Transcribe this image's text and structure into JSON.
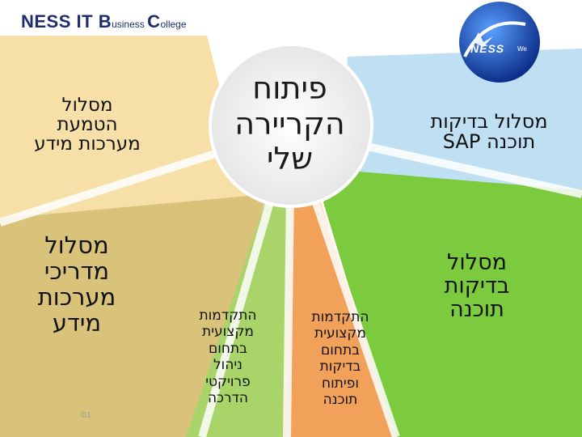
{
  "header": {
    "brand_main_1": "NESS IT ",
    "brand_b": "B",
    "brand_mid": "usiness ",
    "brand_c": "C",
    "brand_end": "ollege"
  },
  "logo": {
    "name": "NESS",
    "tagline": "We"
  },
  "center": {
    "lines": [
      "פיתוח",
      "הקריירה",
      "שלי"
    ]
  },
  "segments": {
    "left_top": {
      "lines": [
        "מסלול",
        "הטמעת",
        "מערכות מידע"
      ],
      "color": "#f7e0a8"
    },
    "left_mid": {
      "lines": [
        "מסלול",
        "מדריכי",
        "מערכות",
        "מידע"
      ],
      "color": "#d9c27a"
    },
    "bottom_green": {
      "lines": [
        "התקדמות",
        "מקצועית",
        "בתחום",
        "ניהול",
        "פרויקטי",
        "הדרכה"
      ],
      "color": "#a8d46a"
    },
    "bottom_orange": {
      "lines": [
        "התקדמות",
        "מקצועית",
        "בתחום",
        "בדיקות",
        "ופיתוח",
        "תוכנה"
      ],
      "color": "#f2a15a"
    },
    "right_top": {
      "lines": [
        "מסלול בדיקות",
        "תוכנה SAP"
      ],
      "color": "#bfe0f2"
    },
    "right_mid": {
      "lines": [
        "מסלול",
        "בדיקות",
        "תוכנה"
      ],
      "color": "#7ccb3e"
    }
  },
  "footer": {
    "copyright": "©1"
  },
  "colors": {
    "accent_blue": "#1f2d6e",
    "logo_blue": "#1c4fb0"
  }
}
